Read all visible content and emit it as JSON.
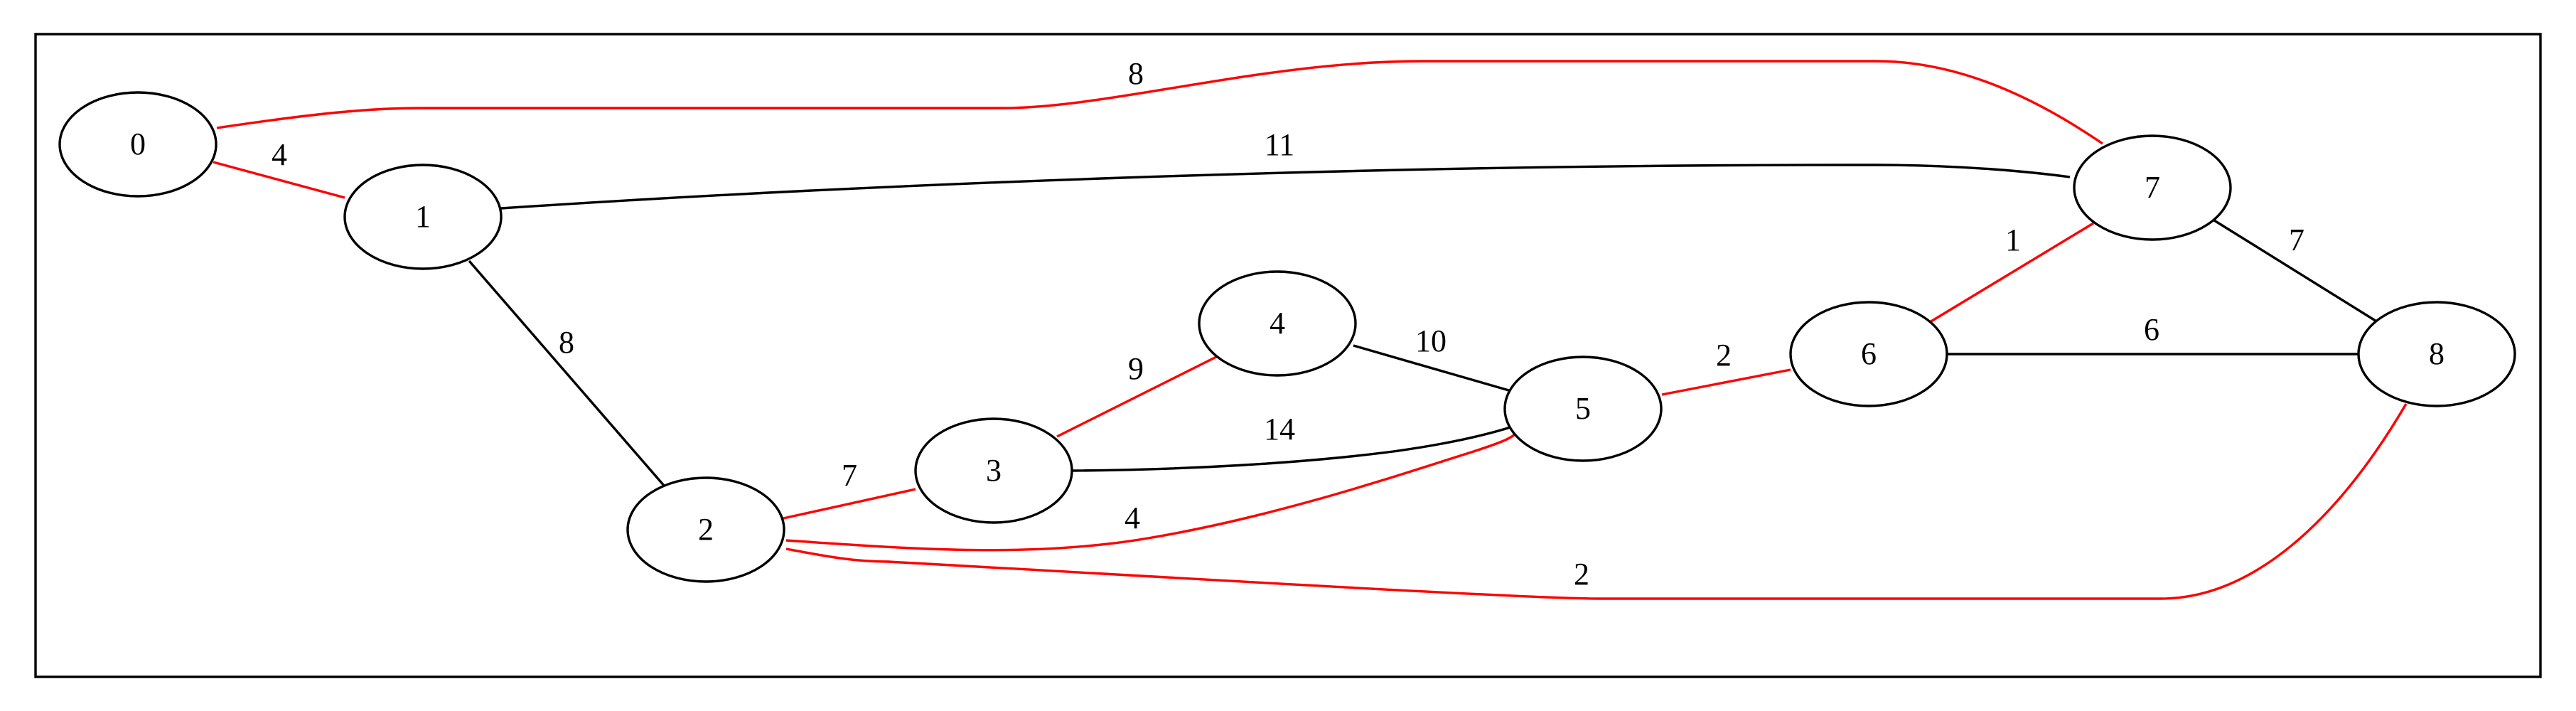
{
  "colors": {
    "tree_edge": "#ff0000",
    "other_edge": "#000000",
    "node_stroke": "#000000",
    "background": "#ffffff"
  },
  "nodes": [
    {
      "id": "n0",
      "label": "0"
    },
    {
      "id": "n1",
      "label": "1"
    },
    {
      "id": "n2",
      "label": "2"
    },
    {
      "id": "n3",
      "label": "3"
    },
    {
      "id": "n4",
      "label": "4"
    },
    {
      "id": "n5",
      "label": "5"
    },
    {
      "id": "n6",
      "label": "6"
    },
    {
      "id": "n7",
      "label": "7"
    },
    {
      "id": "n8",
      "label": "8"
    }
  ],
  "edges": [
    {
      "id": "e0_1",
      "from": "0",
      "to": "1",
      "weight": "4",
      "highlighted": true
    },
    {
      "id": "e0_7",
      "from": "0",
      "to": "7",
      "weight": "8",
      "highlighted": true
    },
    {
      "id": "e1_7",
      "from": "1",
      "to": "7",
      "weight": "11",
      "highlighted": false
    },
    {
      "id": "e1_2",
      "from": "1",
      "to": "2",
      "weight": "8",
      "highlighted": false
    },
    {
      "id": "e2_3",
      "from": "2",
      "to": "3",
      "weight": "7",
      "highlighted": true
    },
    {
      "id": "e2_5",
      "from": "2",
      "to": "5",
      "weight": "4",
      "highlighted": true
    },
    {
      "id": "e2_8",
      "from": "2",
      "to": "8",
      "weight": "2",
      "highlighted": true
    },
    {
      "id": "e3_4",
      "from": "3",
      "to": "4",
      "weight": "9",
      "highlighted": true
    },
    {
      "id": "e3_5",
      "from": "3",
      "to": "5",
      "weight": "14",
      "highlighted": false
    },
    {
      "id": "e4_5",
      "from": "4",
      "to": "5",
      "weight": "10",
      "highlighted": false
    },
    {
      "id": "e5_6",
      "from": "5",
      "to": "6",
      "weight": "2",
      "highlighted": true
    },
    {
      "id": "e6_7",
      "from": "6",
      "to": "7",
      "weight": "1",
      "highlighted": true
    },
    {
      "id": "e6_8",
      "from": "6",
      "to": "8",
      "weight": "6",
      "highlighted": false
    },
    {
      "id": "e7_8",
      "from": "7",
      "to": "8",
      "weight": "7",
      "highlighted": false
    }
  ]
}
